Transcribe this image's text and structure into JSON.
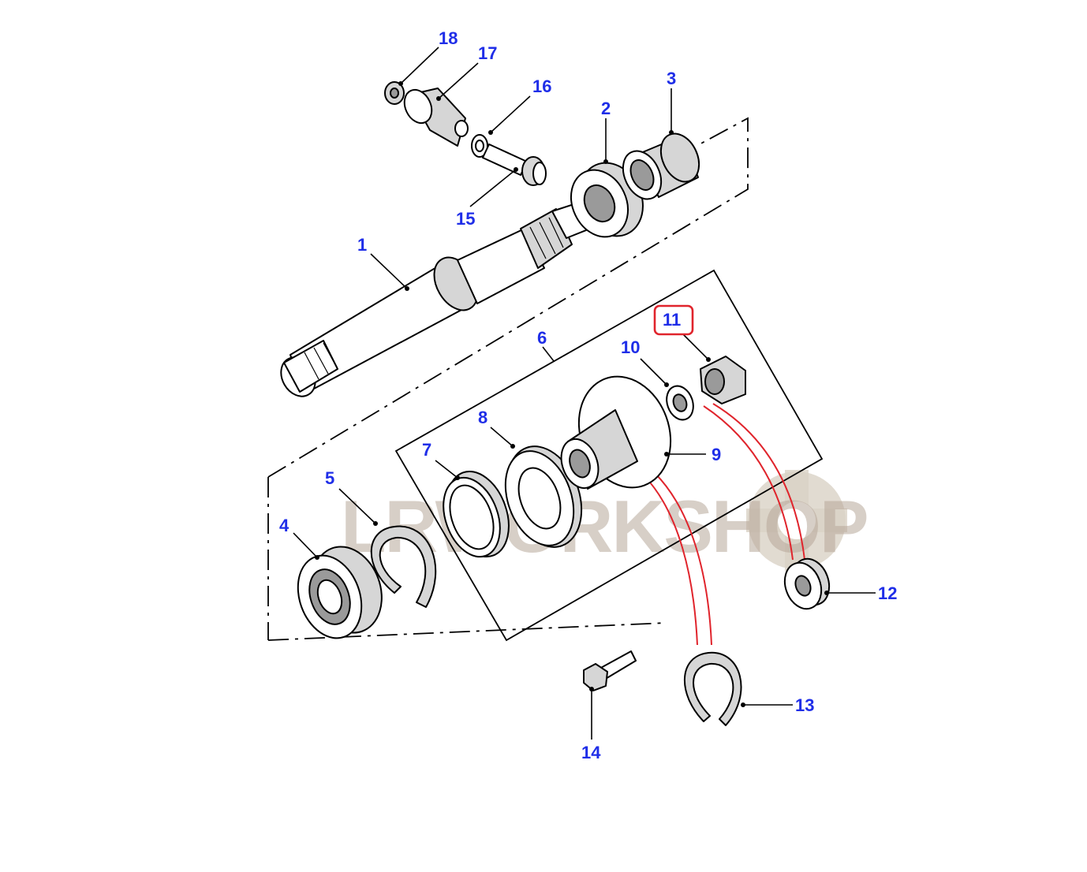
{
  "watermark": {
    "text": "LRWORKSHOP"
  },
  "highlighted_part": "11",
  "callouts": [
    {
      "id": "c1",
      "label": "1"
    },
    {
      "id": "c2",
      "label": "2"
    },
    {
      "id": "c3",
      "label": "3"
    },
    {
      "id": "c4",
      "label": "4"
    },
    {
      "id": "c5",
      "label": "5"
    },
    {
      "id": "c6",
      "label": "6"
    },
    {
      "id": "c7",
      "label": "7"
    },
    {
      "id": "c8",
      "label": "8"
    },
    {
      "id": "c9",
      "label": "9"
    },
    {
      "id": "c10",
      "label": "10"
    },
    {
      "id": "c11",
      "label": "11"
    },
    {
      "id": "c12",
      "label": "12"
    },
    {
      "id": "c13",
      "label": "13"
    },
    {
      "id": "c14",
      "label": "14"
    },
    {
      "id": "c15",
      "label": "15"
    },
    {
      "id": "c16",
      "label": "16"
    },
    {
      "id": "c17",
      "label": "17"
    },
    {
      "id": "c18",
      "label": "18"
    }
  ],
  "colors": {
    "callout": "#1f2ee8",
    "highlight": "#e0242c",
    "line": "#000000",
    "watermark": "#b8a89a"
  }
}
